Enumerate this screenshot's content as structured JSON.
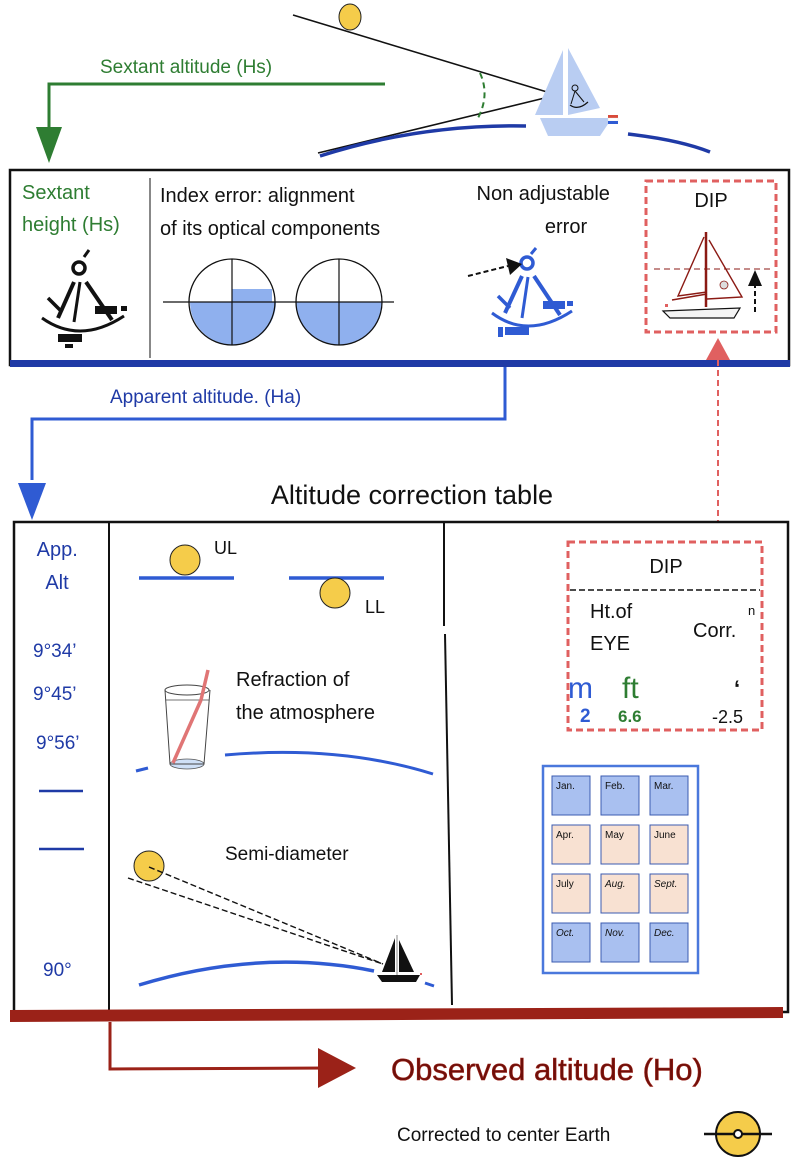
{
  "colors": {
    "green": "#2e7d32",
    "blue_dark": "#1f3aa6",
    "blue_mid": "#2f5bd3",
    "blue_light": "#8fb0ee",
    "blue_sail": "#b9cdf2",
    "red_dark": "#8b1a14",
    "red_dash": "#e06060",
    "sun_fill": "#f5cc4a",
    "month_blue": "#a9c0f0",
    "month_peach": "#f8e1d2"
  },
  "top": {
    "sextant_altitude_label": "Sextant altitude (Hs)"
  },
  "corrections_panel": {
    "sextant_height": [
      "Sextant",
      "height (Hs)"
    ],
    "index_error": [
      "Index error: alignment",
      "of its optical components"
    ],
    "non_adjustable": [
      "Non adjustable",
      "error"
    ],
    "dip_title": "DIP"
  },
  "apparent_altitude_label": "Apparent altitude. (Ha)",
  "table_title": "Altitude correction table",
  "table": {
    "app_alt_header": [
      "App.",
      "Alt"
    ],
    "app_alt_values": [
      "9°34’",
      "9°45’",
      "9°56’"
    ],
    "app_alt_last": "90°",
    "limb_upper": "UL",
    "limb_lower": "LL",
    "refraction": [
      "Refraction of",
      "the atmosphere"
    ],
    "semi_diameter": "Semi-diameter",
    "dip_box": {
      "title": "DIP",
      "ht_of_eye": [
        "Ht.of",
        "EYE"
      ],
      "corr": "Corr.",
      "corr_sup": "n",
      "unit_m": "m",
      "unit_ft": "ft",
      "unit_minutes": "‘",
      "value_m": "2",
      "value_ft": "6.6",
      "value_corr": "-2.5"
    },
    "months": [
      {
        "label": "Jan.",
        "season": "winter",
        "italic": false
      },
      {
        "label": "Feb.",
        "season": "winter",
        "italic": false
      },
      {
        "label": "Mar.",
        "season": "winter",
        "italic": false
      },
      {
        "label": "Apr.",
        "season": "summer",
        "italic": false
      },
      {
        "label": "May",
        "season": "summer",
        "italic": false
      },
      {
        "label": "June",
        "season": "summer",
        "italic": false
      },
      {
        "label": "July",
        "season": "summer",
        "italic": false
      },
      {
        "label": "Aug.",
        "season": "summer",
        "italic": true
      },
      {
        "label": "Sept.",
        "season": "summer",
        "italic": true
      },
      {
        "label": "Oct.",
        "season": "winter",
        "italic": true
      },
      {
        "label": "Nov.",
        "season": "winter",
        "italic": true
      },
      {
        "label": "Dec.",
        "season": "winter",
        "italic": true
      }
    ]
  },
  "observed_altitude_label": "Observed altitude (Ho)",
  "corrected_label": "Corrected to center Earth"
}
